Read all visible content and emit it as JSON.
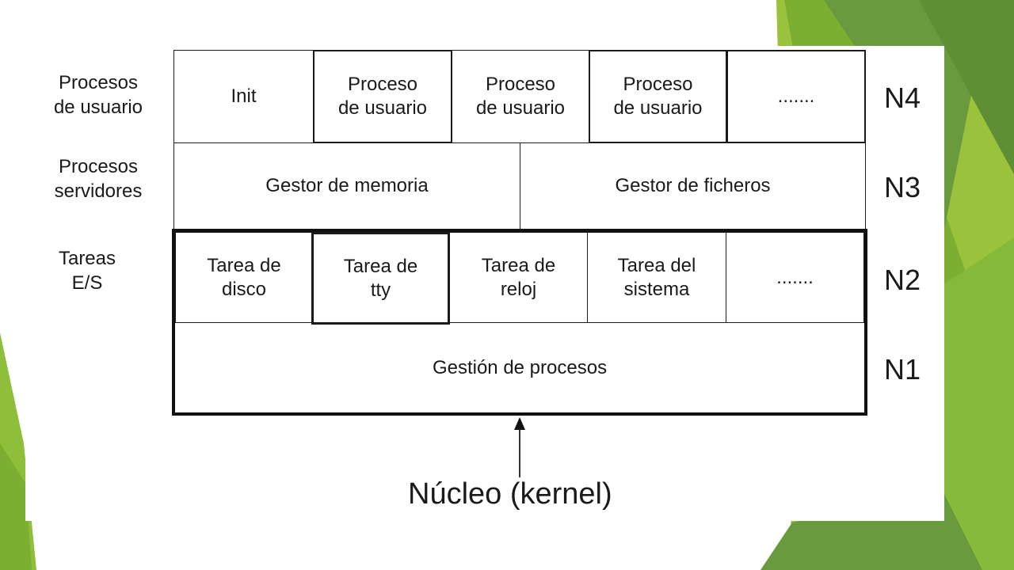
{
  "colors": {
    "green_dark": "#6a9a3e",
    "green_light": "#9bc23c",
    "green_mid": "#7cae32",
    "line": "#1a1a1a"
  },
  "row_labels": {
    "n4": "Procesos\nde usuario",
    "n3": "Procesos\nservidores",
    "n2": "Tareas\nE/S"
  },
  "levels": {
    "n4": "N4",
    "n3": "N3",
    "n2": "N2",
    "n1": "N1"
  },
  "n4_cells": [
    "Init",
    "Proceso\nde usuario",
    "Proceso\nde usuario",
    "Proceso\nde usuario",
    "......."
  ],
  "n3_cells": [
    "Gestor de memoria",
    "Gestor de ficheros"
  ],
  "n2_cells": [
    "Tarea de\ndisco",
    "Tarea de\ntty",
    "Tarea de\nreloj",
    "Tarea del\nsistema",
    "......."
  ],
  "n1_cell": "Gestión de procesos",
  "kernel_label": "Núcleo (kernel)"
}
